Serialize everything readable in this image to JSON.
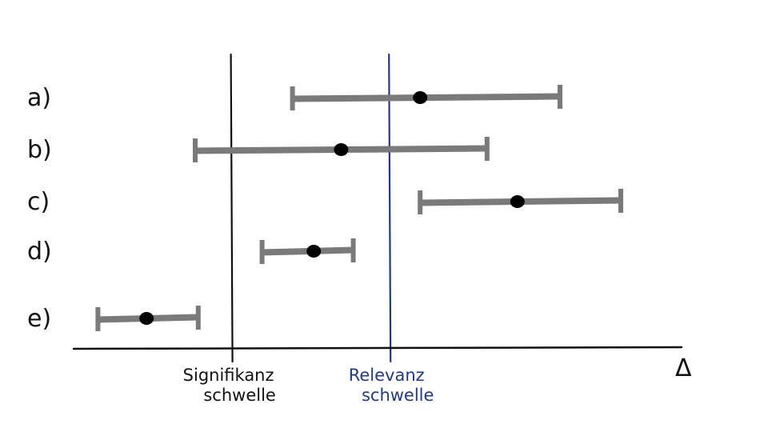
{
  "chart_data": {
    "type": "scatter",
    "title": "",
    "xlabel": "Δ",
    "ylabel": "",
    "xlim": [
      0,
      100
    ],
    "rows": [
      {
        "label": "a)",
        "low": 36,
        "estimate": 57,
        "high": 80
      },
      {
        "label": "b)",
        "low": 20,
        "estimate": 44,
        "high": 68
      },
      {
        "label": "c)",
        "low": 57,
        "estimate": 73,
        "high": 90
      },
      {
        "label": "d)",
        "low": 31,
        "estimate": 39.5,
        "high": 46
      },
      {
        "label": "e)",
        "low": 4,
        "estimate": 12,
        "high": 20.5
      }
    ],
    "thresholds": [
      {
        "name": "significance",
        "lines": [
          "Signifikanz",
          "schwelle"
        ],
        "value": 26,
        "color": "#111111"
      },
      {
        "name": "relevance",
        "lines": [
          "Relevanz",
          "schwelle"
        ],
        "value": 52,
        "color": "#1f3a8a"
      }
    ],
    "colors": {
      "interval": "#7a7a7a",
      "point": "#000000",
      "axis": "#111111"
    }
  }
}
